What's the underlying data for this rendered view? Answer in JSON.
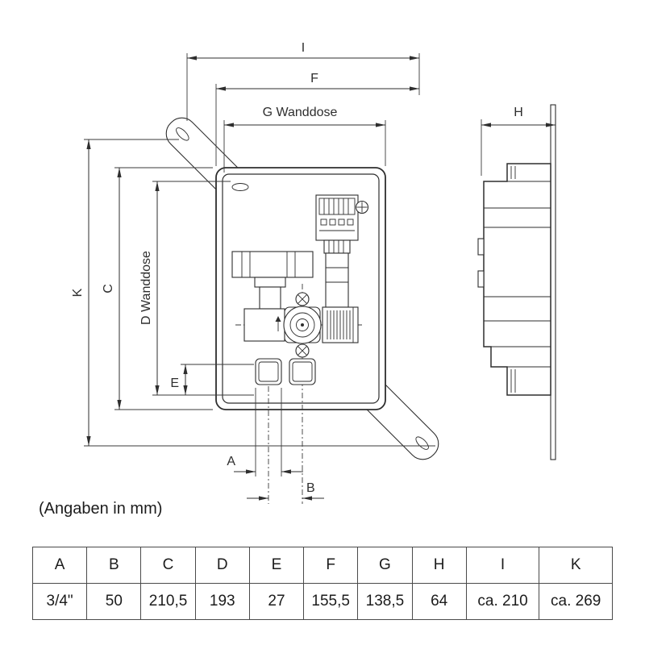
{
  "note": "(Angaben in mm)",
  "drawing": {
    "labels": {
      "I": "I",
      "F": "F",
      "G": "G Wanddose",
      "H": "H",
      "K": "K",
      "C": "C",
      "D": "D Wanddose",
      "E": "E",
      "A": "A",
      "B": "B"
    }
  },
  "table": {
    "headers": [
      "A",
      "B",
      "C",
      "D",
      "E",
      "F",
      "G",
      "H",
      "I",
      "K"
    ],
    "values": [
      "3/4\"",
      "50",
      "210,5",
      "193",
      "27",
      "155,5",
      "138,5",
      "64",
      "ca. 210",
      "ca. 269"
    ]
  }
}
